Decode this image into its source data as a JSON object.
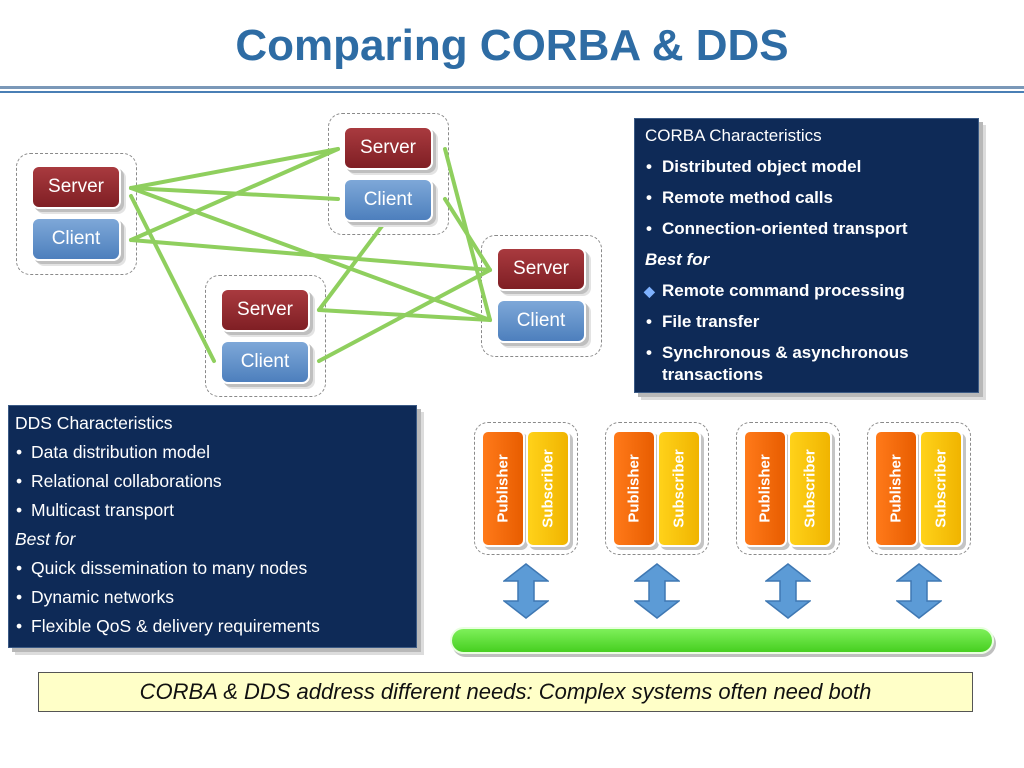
{
  "title": "Comparing CORBA & DDS",
  "colors": {
    "title": "#2e6ca4",
    "server": "#8e2a2f",
    "client": "#5b8bc7",
    "link": "#8fcf5e",
    "panel": "#0e2a57",
    "publisher": "#f36b0c",
    "subscriber": "#fbc40b",
    "bus": "#5fe03a",
    "footer_bg": "#ffffc8"
  },
  "network": {
    "nodes": [
      {
        "server": "Server",
        "client": "Client"
      },
      {
        "server": "Server",
        "client": "Client"
      },
      {
        "server": "Server",
        "client": "Client"
      },
      {
        "server": "Server",
        "client": "Client"
      }
    ]
  },
  "corba": {
    "heading": "CORBA Characteristics",
    "items": [
      "Distributed object model",
      "Remote method calls",
      "Connection-oriented transport"
    ],
    "best_for": "Best for",
    "best_items": [
      "Remote command processing",
      "File transfer",
      "Synchronous & asynchronous transactions"
    ]
  },
  "dds": {
    "heading": "DDS Characteristics",
    "items": [
      "Data distribution model",
      "Relational collaborations",
      "Multicast transport"
    ],
    "best_for": "Best for",
    "best_items": [
      "Quick dissemination to many nodes",
      "Dynamic networks",
      "Flexible QoS & delivery requirements"
    ]
  },
  "pubsub": {
    "groups": [
      {
        "publisher": "Publisher",
        "subscriber": "Subscriber"
      },
      {
        "publisher": "Publisher",
        "subscriber": "Subscriber"
      },
      {
        "publisher": "Publisher",
        "subscriber": "Subscriber"
      },
      {
        "publisher": "Publisher",
        "subscriber": "Subscriber"
      }
    ]
  },
  "footer": "CORBA & DDS address different needs: Complex systems often need both"
}
